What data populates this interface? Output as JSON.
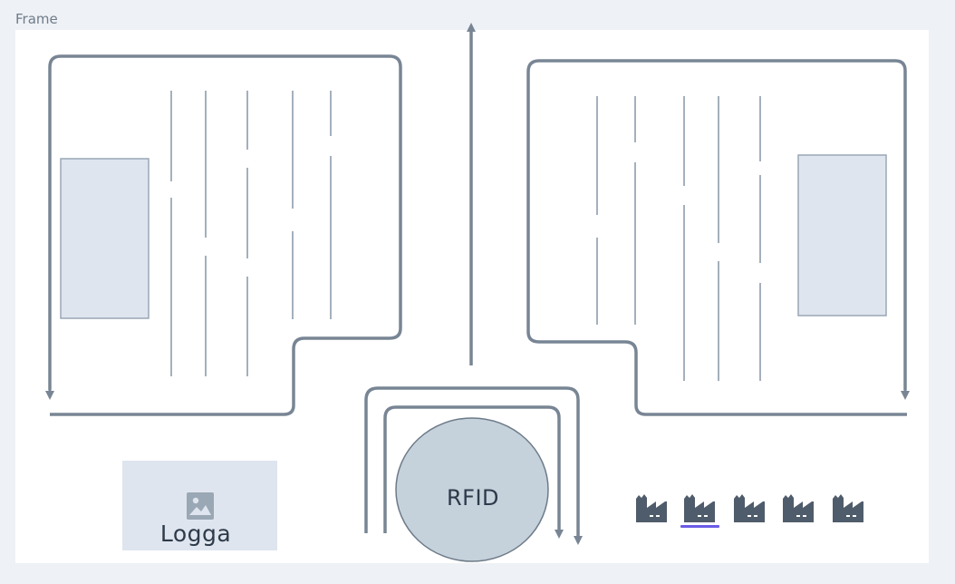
{
  "frame": {
    "label": "Frame"
  },
  "logo": {
    "text": "Logga",
    "icon": "image-icon"
  },
  "rfid": {
    "label": "RFID"
  },
  "machines": {
    "icon": "factory-icon",
    "count": 5,
    "selected_index": 1,
    "selected_color": "#6b5ce7"
  },
  "colors": {
    "path": "#788594",
    "shelf_fill": "#dfe5ee",
    "shelf_stroke": "#9aa7b5",
    "rfid_fill": "#c5d1db",
    "rfid_stroke": "#6d7a88",
    "machine": "#4f5c6b"
  }
}
